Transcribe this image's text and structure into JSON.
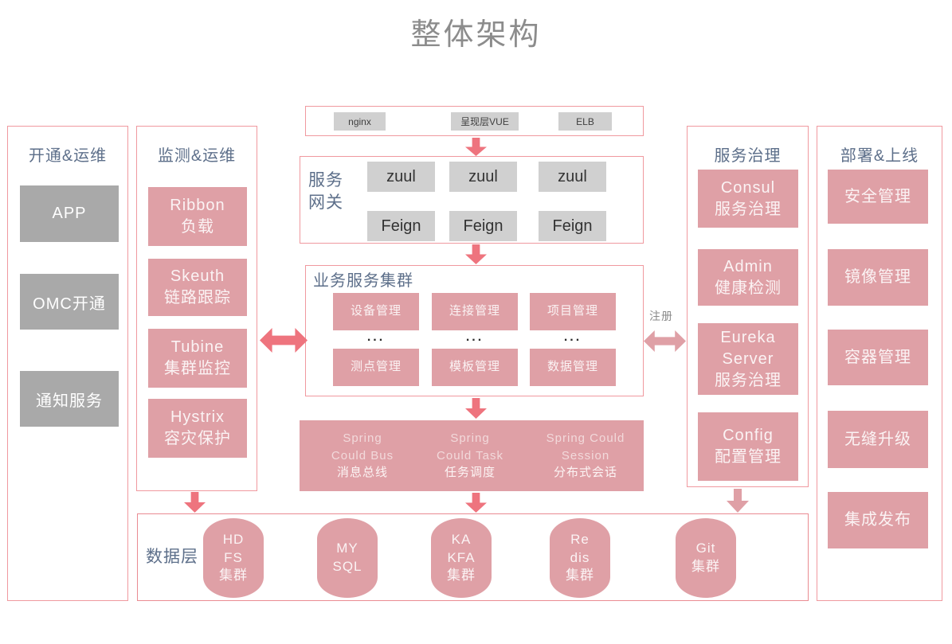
{
  "title": "整体架构",
  "colors": {
    "pink_fill": "#dfa0a6",
    "arrow_red": "#ee747e",
    "border_pink": "#f0999f",
    "gray_fill": "#a9a9a9",
    "light_gray_fill": "#d0d0d0",
    "label_slate": "#5d6f8a",
    "title_gray": "#8c8c8c"
  },
  "top_bar": {
    "items": [
      "nginx",
      "呈现层VUE",
      "ELB"
    ]
  },
  "gateway": {
    "label": "服务\n网关",
    "nodes": [
      "zuul",
      "zuul",
      "zuul",
      "Feign",
      "Feign",
      "Feign"
    ]
  },
  "business": {
    "label": "业务服务集群",
    "row1": [
      "设备管理",
      "连接管理",
      "项目管理"
    ],
    "row2": [
      "测点管理",
      "模板管理",
      "数据管理"
    ],
    "ellipsis": "..."
  },
  "spring_bar": {
    "groups": [
      {
        "en": "Spring\nCould Bus",
        "zh": "消息总线"
      },
      {
        "en": "Spring\nCould Task",
        "zh": "任务调度"
      },
      {
        "en": "Spring Could\nSession",
        "zh": "分布式会话"
      }
    ]
  },
  "data_layer": {
    "label": "数据层",
    "cylinders": [
      "HD\nFS\n集群",
      "MY\nSQL",
      "KA\nKFA\n集群",
      "Re\ndis\n集群",
      "Git\n集群"
    ]
  },
  "register_label": "注册",
  "columns": {
    "provisioning": {
      "header": "开通&运维",
      "items": [
        "APP",
        "OMC开通",
        "通知服务"
      ]
    },
    "monitoring": {
      "header": "监测&运维",
      "items": [
        "Ribbon\n负载",
        "Skeuth\n链路跟踪",
        "Tubine\n集群监控",
        "Hystrix\n容灾保护"
      ]
    },
    "governance": {
      "header": "服务治理",
      "items": [
        "Consul\n服务治理",
        "Admin\n健康检测",
        "Eureka\nServer\n服务治理",
        "Config\n配置管理"
      ]
    },
    "deployment": {
      "header": "部署&上线",
      "items": [
        "安全管理",
        "镜像管理",
        "容器管理",
        "无缝升级",
        "集成发布"
      ]
    }
  }
}
